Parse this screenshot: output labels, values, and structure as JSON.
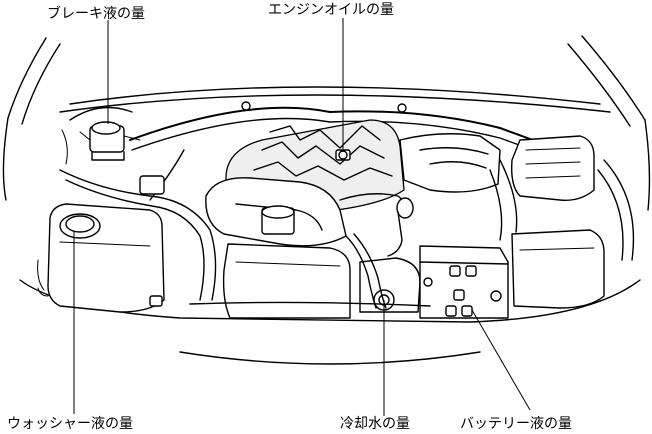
{
  "labels": {
    "brake_fluid": "ブレーキ液の量",
    "engine_oil": "エンジンオイルの量",
    "washer_fluid": "ウォッシャー液の量",
    "coolant": "冷却水の量",
    "battery_fluid": "バッテリー液の量"
  }
}
